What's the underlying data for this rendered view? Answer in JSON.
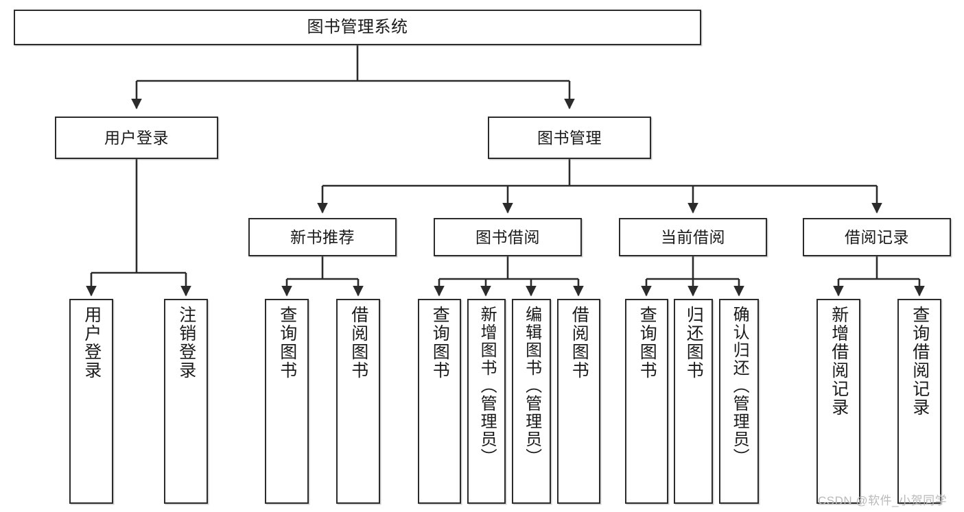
{
  "diagram": {
    "title": "图书管理系统",
    "type": "tree",
    "colors": {
      "line": "#2b2b2b",
      "box_fill": "#ffffff",
      "text": "#1a1a1a",
      "watermark": "#b9b9b9",
      "background": "#ffffff"
    },
    "root": {
      "label": "图书管理系统"
    },
    "level2": [
      {
        "label": "用户登录"
      },
      {
        "label": "图书管理"
      }
    ],
    "level3": [
      {
        "label": "新书推荐"
      },
      {
        "label": "图书借阅"
      },
      {
        "label": "当前借阅"
      },
      {
        "label": "借阅记录"
      }
    ],
    "leaves": {
      "user_login": [
        {
          "label": "用户登录"
        },
        {
          "label": "注销登录"
        }
      ],
      "new_book_recommend": [
        {
          "label": "查询图书"
        },
        {
          "label": "借阅图书"
        }
      ],
      "book_borrow": [
        {
          "label": "查询图书"
        },
        {
          "label": "新增图书（管理员）"
        },
        {
          "label": "编辑图书（管理员）"
        },
        {
          "label": "借阅图书"
        }
      ],
      "current_borrow": [
        {
          "label": "查询图书"
        },
        {
          "label": "归还图书"
        },
        {
          "label": "确认归还（管理员）"
        }
      ],
      "borrow_record": [
        {
          "label": "新增借阅记录"
        },
        {
          "label": "查询借阅记录"
        }
      ]
    }
  },
  "watermark": {
    "text": "CSDN @软件_小贺同学"
  }
}
